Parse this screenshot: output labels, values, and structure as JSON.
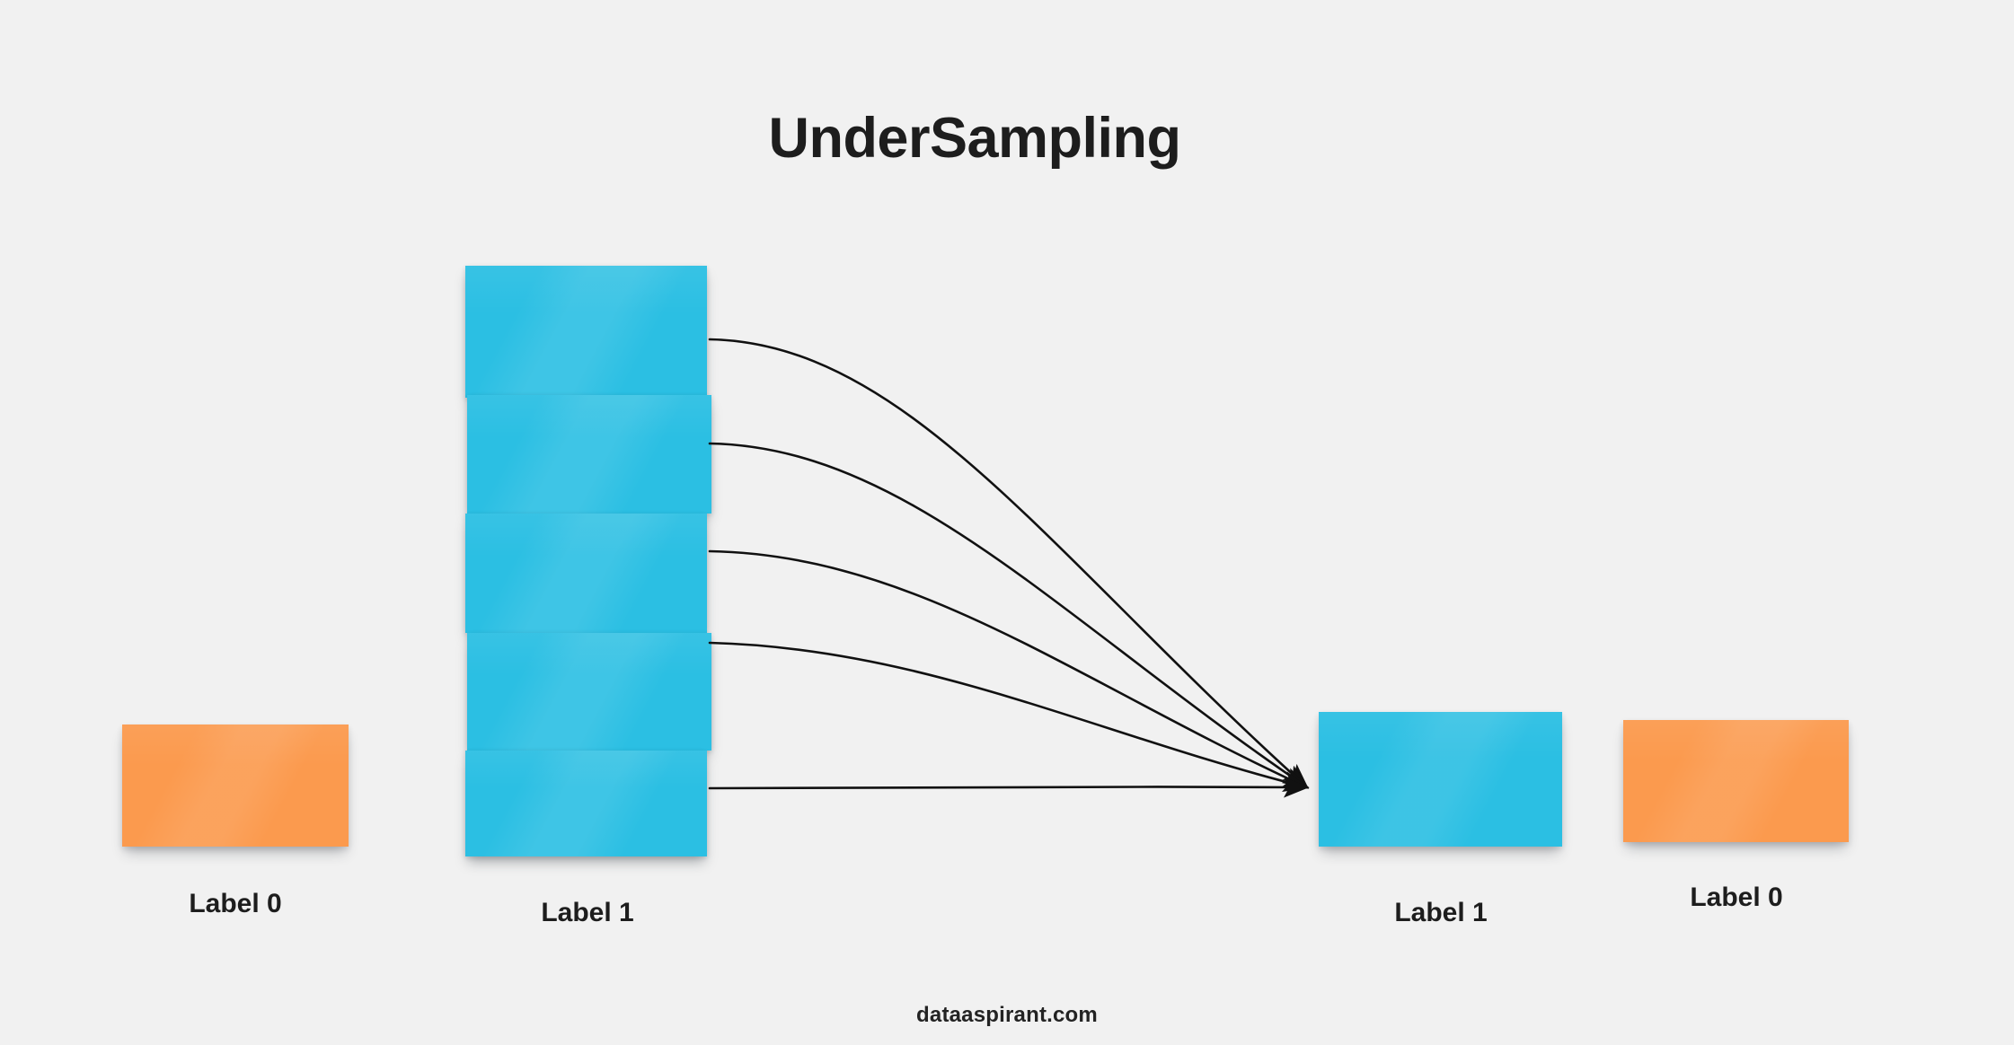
{
  "title": "UnderSampling",
  "footer": "dataaspirant.com",
  "colors": {
    "background": "#f1f1f1",
    "blue": "#2bbfe3",
    "orange": "#fb9a4e",
    "text": "#1d1d1d",
    "arrow": "#111111"
  },
  "labels": {
    "left_minority": "Label 0",
    "stack_majority": "Label 1",
    "result_majority": "Label 1",
    "result_minority": "Label 0"
  },
  "stack": {
    "card_count": 5,
    "color": "#2bbfe3"
  },
  "arrows": {
    "count": 5,
    "description": "five curved arrows converging from the Label 1 stack into a single Label 1 card"
  }
}
